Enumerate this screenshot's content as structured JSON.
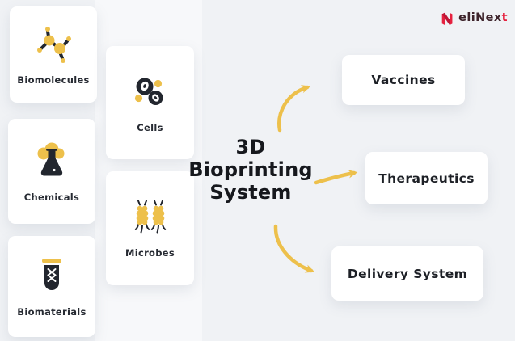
{
  "brand": {
    "icon": "elinext-n-icon",
    "text_main": "eliNex",
    "text_accent": "t"
  },
  "title": {
    "lines": [
      "3D",
      "Bioprinting",
      "System"
    ]
  },
  "inputs": [
    {
      "id": "biomolecules",
      "label": "Biomolecules",
      "icon": "molecule-icon"
    },
    {
      "id": "chemicals",
      "label": "Chemicals",
      "icon": "flask-icon"
    },
    {
      "id": "biomaterials",
      "label": "Biomaterials",
      "icon": "test-tube-dna-icon"
    },
    {
      "id": "cells",
      "label": "Cells",
      "icon": "cells-icon"
    },
    {
      "id": "microbes",
      "label": "Microbes",
      "icon": "microbes-icon"
    }
  ],
  "outputs": [
    {
      "id": "vaccines",
      "label": "Vaccines"
    },
    {
      "id": "therapeutics",
      "label": "Therapeutics"
    },
    {
      "id": "delivery-system",
      "label": "Delivery System"
    }
  ],
  "colors": {
    "background": "#f0f2f5",
    "panel": "#f7f8fa",
    "card": "#ffffff",
    "accent_yellow": "#edc04b",
    "icon_dark": "#22262e",
    "text_dark": "#16181d",
    "logo_red": "#e6213f",
    "logo_dark_red": "#bf1636",
    "logo_text": "#3e242b"
  }
}
